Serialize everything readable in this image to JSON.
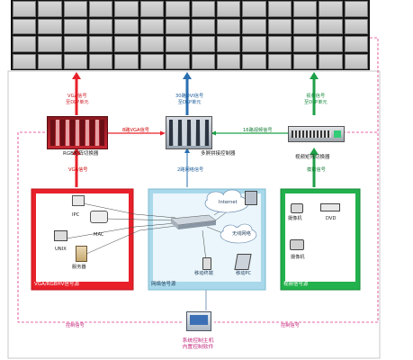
{
  "top_labels": {
    "vga": [
      "VGA信号",
      "至DLP单元"
    ],
    "dvi": [
      "30路DVI信号",
      "至DLP单元"
    ],
    "video": [
      "视频信号",
      "至DLP单元"
    ]
  },
  "switchers": {
    "rgb": "RGB矩阵切换器",
    "controller": "多屏拼接控制器",
    "video": "视频矩阵切换器"
  },
  "links": {
    "vga_8": "8路VGA信号",
    "video_16": "16路视频信号",
    "vga_signal": "VGA信号",
    "net_2": "2路网络信号",
    "analog": "模拟信号",
    "control_left": "控制信号",
    "control_right": "控制信号"
  },
  "sources": {
    "vga": {
      "title": "VGA/RGBHV信号源",
      "items": [
        "IPC",
        "MAC",
        "UNIX",
        "服务器"
      ],
      "color": "#e8202a"
    },
    "network": {
      "title": "网络信号源",
      "items": [
        "Internet",
        "无线网络",
        "移动终端",
        "移动PC"
      ],
      "color": "#9ad0e6"
    },
    "video": {
      "title": "视频信号源",
      "items": [
        "摄像机",
        "DVD",
        "摄像机"
      ],
      "color": "#1fb04a"
    }
  },
  "host": [
    "系统控制主机",
    "内置控制软件"
  ]
}
